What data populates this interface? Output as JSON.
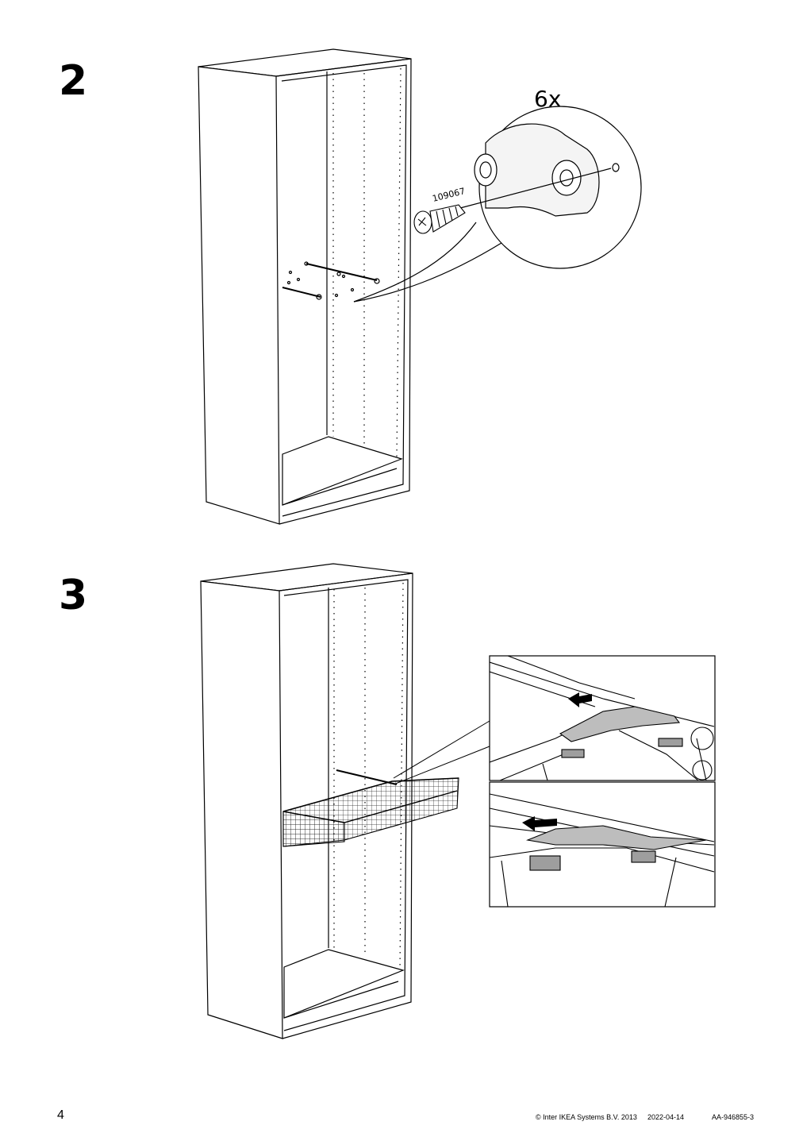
{
  "steps": [
    {
      "number": "2",
      "quantity_label": "6x",
      "part_number": "109067"
    },
    {
      "number": "3"
    }
  ],
  "footer": {
    "page_number": "4",
    "copyright": "© Inter IKEA Systems B.V. 2013",
    "date": "2022-04-14",
    "doc_code": "AA-946855-3"
  },
  "icons": [
    "cabinet-drawing",
    "screw-icon",
    "wire-basket-drawing",
    "slide-arrow-icon"
  ]
}
